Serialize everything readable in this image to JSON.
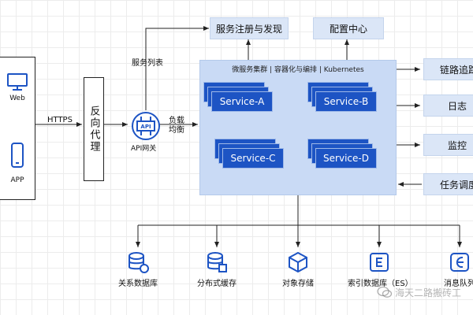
{
  "clients": {
    "web": "Web",
    "app": "APP"
  },
  "links": {
    "https": "HTTPS",
    "service_list": "服务列表",
    "load_balance": "负载\n均衡"
  },
  "proxy": "反向代理",
  "gateway": "API网关",
  "gateway_icon_text": "API",
  "registry": "服务注册与发现",
  "config": "配置中心",
  "cluster": {
    "title": "微服务集群 | 容器化与编排 | Kubernetes",
    "services": [
      "Service-A",
      "Service-B",
      "Service-C",
      "Service-D"
    ]
  },
  "side_services": [
    "链路追踪",
    "日志",
    "监控",
    "任务调度"
  ],
  "storage": [
    "关系数据库",
    "分布式缓存",
    "对象存储",
    "索引数据库（ES）",
    "消息队列"
  ],
  "watermark": "海天二路搬砖工",
  "colors": {
    "service": "#1d54c4",
    "cluster": "#c9daf5",
    "side": "#dbe6f7",
    "icon": "#1d54c4"
  }
}
